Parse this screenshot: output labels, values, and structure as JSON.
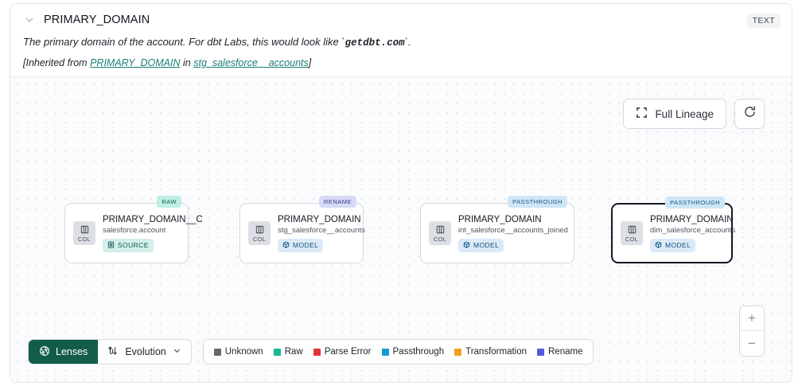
{
  "header": {
    "chevron_icon": "chevron-down-icon",
    "title": "PRIMARY_DOMAIN",
    "type_badge": "TEXT",
    "description_pre": "The primary domain of the account. For dbt Labs, this would look like `",
    "description_code": "getdbt.com",
    "description_post": "`.",
    "inherited_prefix": "[Inherited from ",
    "inherited_link1": "PRIMARY_DOMAIN",
    "inherited_mid": " in ",
    "inherited_link2": "stg_salesforce__accounts",
    "inherited_suffix": "]"
  },
  "controls": {
    "full_lineage_label": "Full Lineage",
    "full_lineage_icon": "expand-icon",
    "refresh_icon": "refresh-icon",
    "zoom_in_label": "+",
    "zoom_out_label": "−"
  },
  "lineage": {
    "col_badge_label": "COL",
    "nodes": [
      {
        "name": "PRIMARY_DOMAIN__C",
        "source": "salesforce.account",
        "kind": "SOURCE",
        "kind_icon": "database-icon",
        "tag": "RAW",
        "tag_color": "#bfeee4",
        "selected": false
      },
      {
        "name": "PRIMARY_DOMAIN",
        "source": "stg_salesforce__accounts",
        "kind": "MODEL",
        "kind_icon": "cube-icon",
        "tag": "RENAME",
        "tag_color": "#d7d9f7",
        "selected": false
      },
      {
        "name": "PRIMARY_DOMAIN",
        "source": "int_salesforce__accounts_joined",
        "kind": "MODEL",
        "kind_icon": "cube-icon",
        "tag": "PASSTHROUGH",
        "tag_color": "#cfe6f7",
        "selected": false
      },
      {
        "name": "PRIMARY_DOMAIN",
        "source": "dim_salesforce_accounts",
        "kind": "MODEL",
        "kind_icon": "cube-icon",
        "tag": "PASSTHROUGH",
        "tag_color": "#cfe6f7",
        "selected": true
      }
    ]
  },
  "toolbar": {
    "lenses_label": "Lenses",
    "lenses_icon": "aperture-icon",
    "evolution_label": "Evolution",
    "evolution_icon": "evolution-icon",
    "evolution_caret_icon": "chevron-down-icon"
  },
  "legend": {
    "items": [
      {
        "label": "Unknown",
        "color": "#64696f"
      },
      {
        "label": "Raw",
        "color": "#19b793"
      },
      {
        "label": "Parse Error",
        "color": "#e03434"
      },
      {
        "label": "Passthrough",
        "color": "#1a97d6"
      },
      {
        "label": "Transformation",
        "color": "#f0a020"
      },
      {
        "label": "Rename",
        "color": "#5a56e0"
      }
    ]
  }
}
